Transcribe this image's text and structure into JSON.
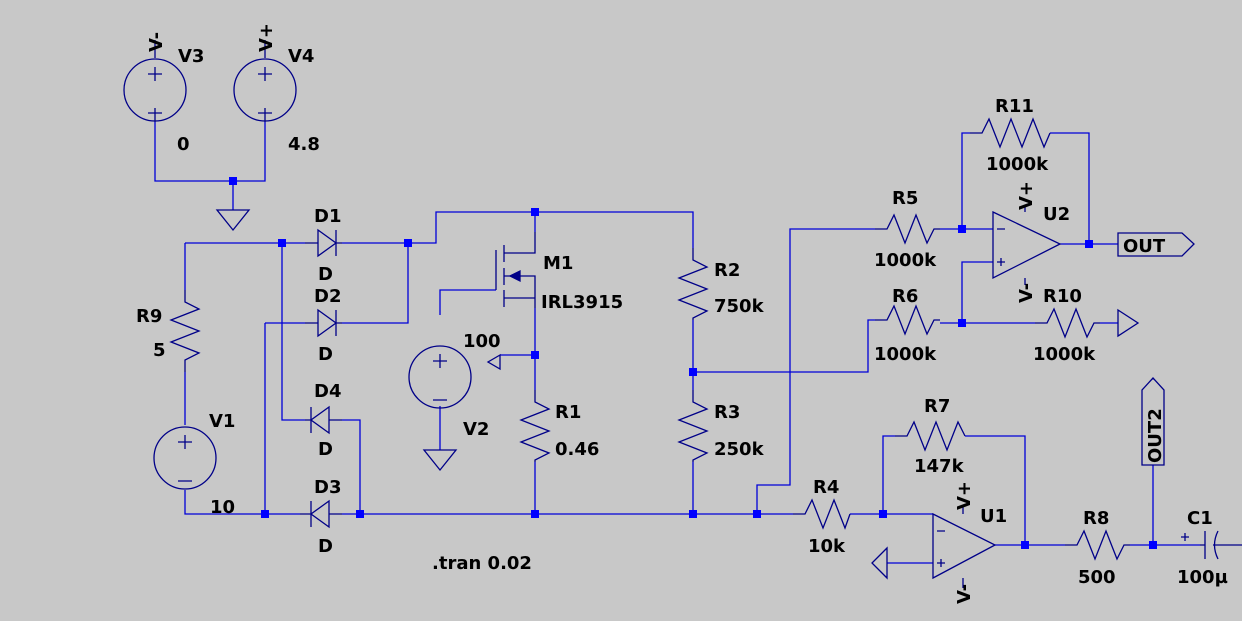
{
  "labels": {
    "v3_name": "V3",
    "v3_value": "0",
    "v3_net": "V-",
    "v4_name": "V4",
    "v4_value": "4.8",
    "v4_net": "V+",
    "d1_name": "D1",
    "d1_model": "D",
    "d2_name": "D2",
    "d2_model": "D",
    "d3_name": "D3",
    "d3_model": "D",
    "d4_name": "D4",
    "d4_model": "D",
    "r9_name": "R9",
    "r9_value": "5",
    "v1_name": "V1",
    "v1_value": "10",
    "m1_name": "M1",
    "m1_model": "IRL3915",
    "v2_name": "V2",
    "v2_value": "100",
    "r1_name": "R1",
    "r1_value": "0.46",
    "r2_name": "R2",
    "r2_value": "750k",
    "r3_name": "R3",
    "r3_value": "250k",
    "r4_name": "R4",
    "r4_value": "10k",
    "r5_name": "R5",
    "r5_value": "1000k",
    "r6_name": "R6",
    "r6_value": "1000k",
    "r7_name": "R7",
    "r7_value": "147k",
    "r8_name": "R8",
    "r8_value": "500",
    "r10_name": "R10",
    "r10_value": "1000k",
    "r11_name": "R11",
    "r11_value": "1000k",
    "c1_name": "C1",
    "c1_value": "100µ",
    "u1_name": "U1",
    "u1_vplus": "V+",
    "u1_vminus": "V-",
    "u2_name": "U2",
    "u2_vplus": "V+",
    "u2_vminus": "V-",
    "out_label": "OUT",
    "out2_label": "OUT2",
    "directive": ".tran 0.02"
  }
}
